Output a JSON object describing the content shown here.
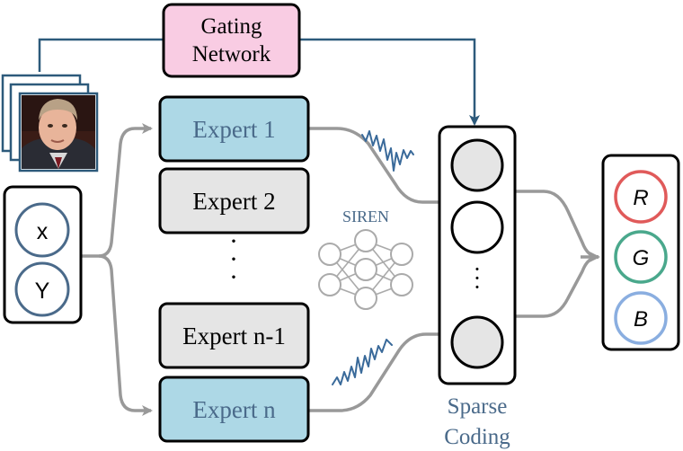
{
  "gating": {
    "label_line1": "Gating",
    "label_line2": "Network"
  },
  "inputs": {
    "x": "x",
    "y": "Y"
  },
  "experts": {
    "e1": "Expert 1",
    "e2": "Expert 2",
    "dots": "·",
    "en1": "Expert n-1",
    "en": "Expert n"
  },
  "siren": {
    "label": "SIREN"
  },
  "sparse": {
    "label_line1": "Sparse",
    "label_line2": "Coding",
    "dots": "·"
  },
  "outputs": {
    "r": "R",
    "g": "G",
    "b": "B"
  },
  "colors": {
    "gating_fill": "#f9cce3",
    "expert_blue_fill": "#add8e6",
    "expert_gray_fill": "#e5e5e5",
    "expert_blue_text": "#4a6a8a",
    "node_stroke": "#4a6a8a",
    "arrow_blue": "#2d5a7b",
    "arrow_gray": "#999999",
    "r": "#e05a5a",
    "g": "#4aa88c",
    "b": "#8aaee0"
  }
}
